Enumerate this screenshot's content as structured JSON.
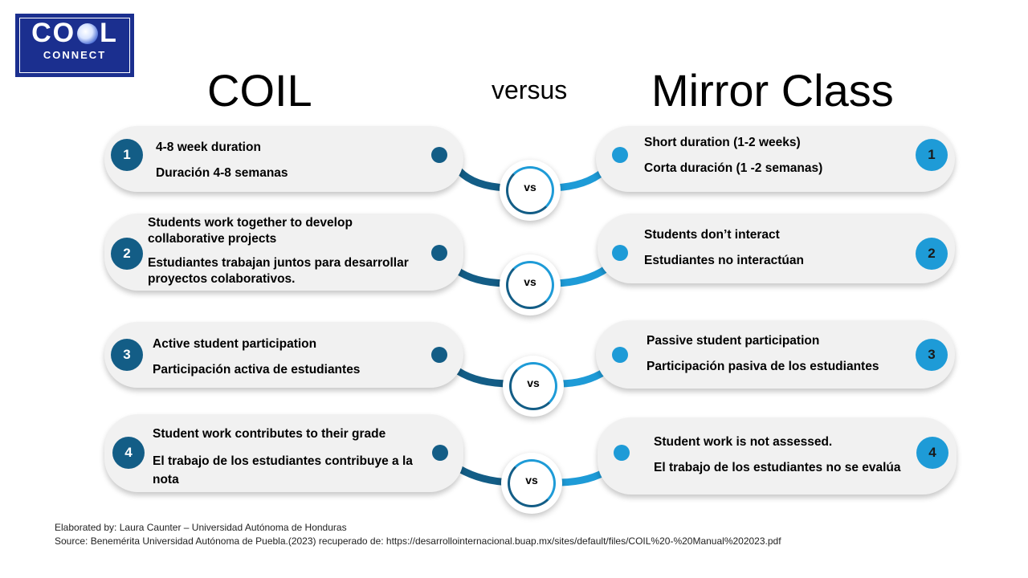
{
  "logo": {
    "text_top_left": "CO",
    "text_top_right": "L",
    "text_bottom": "CONNECT"
  },
  "header": {
    "left_title": "COIL",
    "versus": "versus",
    "right_title": "Mirror Class"
  },
  "vs_label": "vs",
  "colors": {
    "left_accent": "#135d86",
    "right_accent": "#1e9bd7",
    "pill_bg": "#f1f1f1"
  },
  "comparisons": [
    {
      "number": "1",
      "coil_en": "4-8 week duration",
      "coil_es": "Duración 4-8 semanas",
      "mirror_en": "Short duration (1-2 weeks)",
      "mirror_es": "Corta duración (1 -2 semanas)"
    },
    {
      "number": "2",
      "coil_en": "Students work together to develop collaborative projects",
      "coil_es": "Estudiantes trabajan juntos para desarrollar proyectos colaborativos.",
      "mirror_en": "Students don’t interact",
      "mirror_es": "Estudiantes no interactúan"
    },
    {
      "number": "3",
      "coil_en": "Active student participation",
      "coil_es": "Participación activa de estudiantes",
      "mirror_en": "Passive student participation",
      "mirror_es": "Participación pasiva de los estudiantes"
    },
    {
      "number": "4",
      "coil_en": "Student work contributes to their grade",
      "coil_es": "El trabajo de los estudiantes contribuye a la nota",
      "mirror_en": "Student work is not assessed.",
      "mirror_es": "El trabajo de los estudiantes no se evalúa"
    }
  ],
  "footer": {
    "line1": "Elaborated by: Laura Caunter – Universidad Autónoma de Honduras",
    "line2": "Source: Benemérita Universidad Autónoma de Puebla.(2023) recuperado de: https://desarrollointernacional.buap.mx/sites/default/files/COIL%20-%20Manual%202023.pdf"
  }
}
